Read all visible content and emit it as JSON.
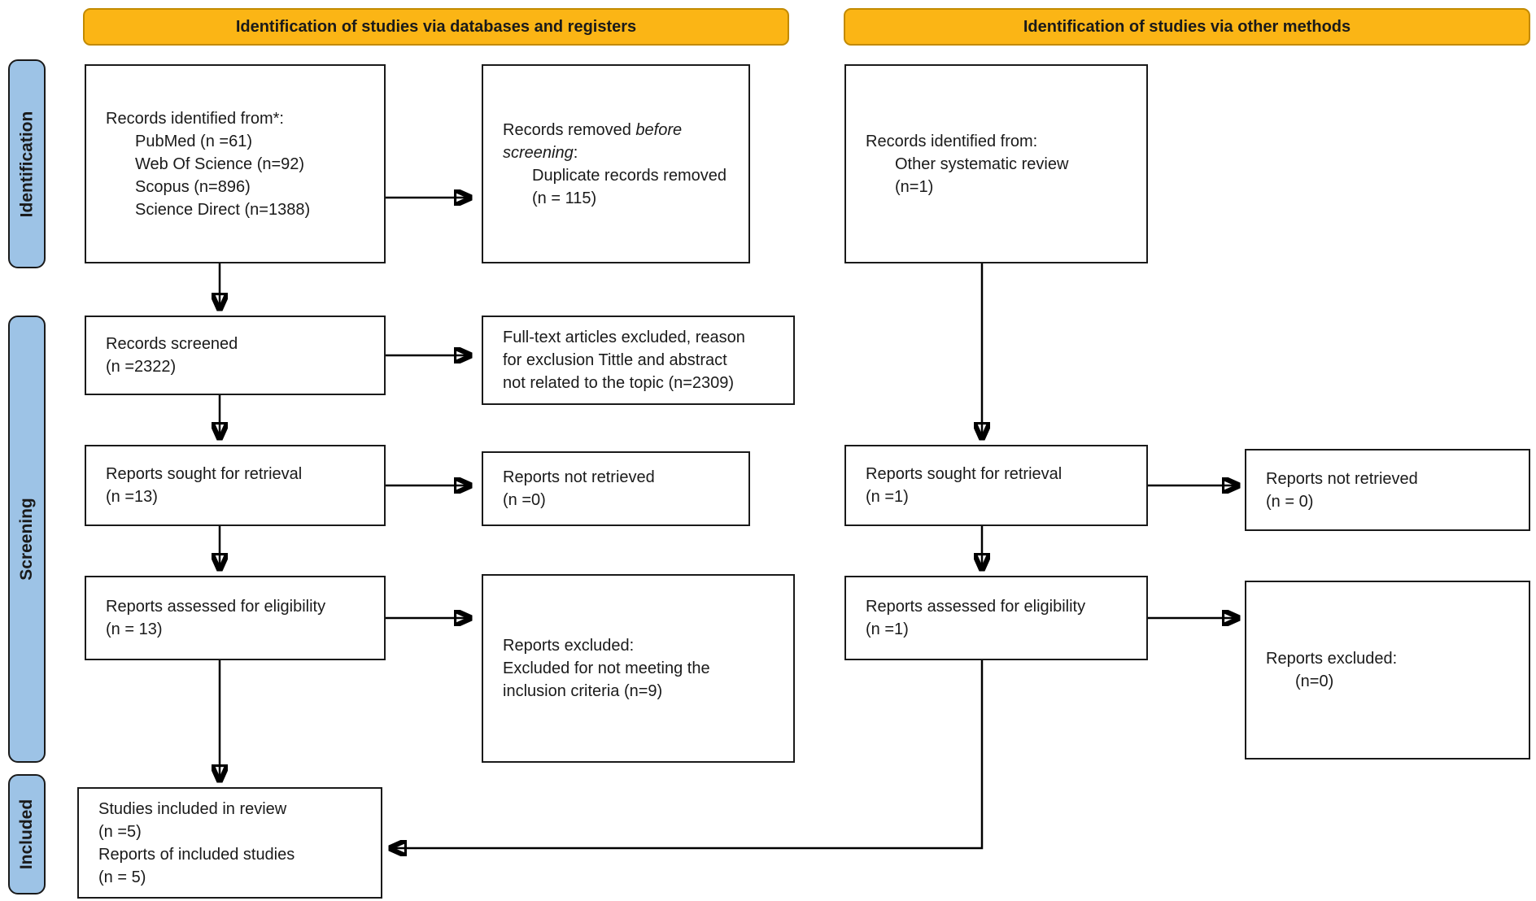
{
  "headers": {
    "databases": "Identification of studies via databases and registers",
    "other": "Identification of studies via other methods"
  },
  "stages": {
    "identification": "Identification",
    "screening": "Screening",
    "included": "Included"
  },
  "colors": {
    "header_fill": "#FBB515",
    "header_border": "#C28A00",
    "stage_fill": "#9DC3E6",
    "box_border": "#1A1A1A",
    "arrow": "#000000"
  },
  "boxes": {
    "records_identified_db": {
      "lines": [
        {
          "runs": [
            {
              "t": "Records identified from*:"
            }
          ]
        },
        {
          "indent": 1,
          "runs": [
            {
              "t": "PubMed (n =61)"
            }
          ]
        },
        {
          "indent": 1,
          "runs": [
            {
              "t": "Web Of Science (n=92)"
            }
          ]
        },
        {
          "indent": 1,
          "runs": [
            {
              "t": "Scopus (n=896)"
            }
          ]
        },
        {
          "indent": 1,
          "runs": [
            {
              "t": "Science Direct (n=1388)"
            }
          ]
        }
      ]
    },
    "records_removed": {
      "lines": [
        {
          "runs": [
            {
              "t": "Records removed "
            },
            {
              "t": "before",
              "i": true
            }
          ]
        },
        {
          "runs": [
            {
              "t": "screening",
              "i": true
            },
            {
              "t": ":"
            }
          ]
        },
        {
          "indent": 1,
          "runs": [
            {
              "t": "Duplicate records removed"
            }
          ]
        },
        {
          "indent": 1,
          "runs": [
            {
              "t": "(n = 115)"
            }
          ]
        }
      ]
    },
    "records_identified_other": {
      "lines": [
        {
          "runs": [
            {
              "t": "Records identified from:"
            }
          ]
        },
        {
          "indent": 1,
          "runs": [
            {
              "t": "Other systematic review"
            }
          ]
        },
        {
          "indent": 1,
          "runs": [
            {
              "t": "(n=1)"
            }
          ]
        }
      ]
    },
    "records_screened": {
      "lines": [
        {
          "runs": [
            {
              "t": "Records screened"
            }
          ]
        },
        {
          "runs": [
            {
              "t": "(n =2322)"
            }
          ]
        }
      ]
    },
    "fulltext_excluded": {
      "lines": [
        {
          "runs": [
            {
              "t": "Full-text articles excluded, reason"
            }
          ]
        },
        {
          "runs": [
            {
              "t": "for exclusion Tittle and abstract"
            }
          ]
        },
        {
          "runs": [
            {
              "t": "not related to the topic (n=2309)"
            }
          ]
        }
      ]
    },
    "reports_sought_db": {
      "lines": [
        {
          "runs": [
            {
              "t": "Reports sought for retrieval"
            }
          ]
        },
        {
          "runs": [
            {
              "t": "(n =13)"
            }
          ]
        }
      ]
    },
    "reports_not_retrieved_db": {
      "lines": [
        {
          "runs": [
            {
              "t": "Reports not retrieved"
            }
          ]
        },
        {
          "runs": [
            {
              "t": "(n =0)"
            }
          ]
        }
      ]
    },
    "reports_sought_other": {
      "lines": [
        {
          "runs": [
            {
              "t": "Reports sought for retrieval"
            }
          ]
        },
        {
          "runs": [
            {
              "t": "(n =1)"
            }
          ]
        }
      ]
    },
    "reports_not_retrieved_other": {
      "lines": [
        {
          "runs": [
            {
              "t": "Reports not retrieved"
            }
          ]
        },
        {
          "runs": [
            {
              "t": "(n = 0)"
            }
          ]
        }
      ]
    },
    "reports_assessed_db": {
      "lines": [
        {
          "runs": [
            {
              "t": "Reports assessed for eligibility"
            }
          ]
        },
        {
          "runs": [
            {
              "t": "(n = 13)"
            }
          ]
        }
      ]
    },
    "reports_excluded_db": {
      "lines": [
        {
          "runs": [
            {
              "t": "Reports excluded:"
            }
          ]
        },
        {
          "runs": [
            {
              "t": "Excluded for not meeting the"
            }
          ]
        },
        {
          "runs": [
            {
              "t": "inclusion criteria (n=9)"
            }
          ]
        }
      ]
    },
    "reports_assessed_other": {
      "lines": [
        {
          "runs": [
            {
              "t": "Reports assessed for eligibility"
            }
          ]
        },
        {
          "runs": [
            {
              "t": "(n =1)"
            }
          ]
        }
      ]
    },
    "reports_excluded_other": {
      "lines": [
        {
          "runs": [
            {
              "t": "Reports excluded:"
            }
          ]
        },
        {
          "indent": 1,
          "runs": [
            {
              "t": "(n=0)"
            }
          ]
        }
      ]
    },
    "studies_included": {
      "lines": [
        {
          "runs": [
            {
              "t": "Studies included in review"
            }
          ]
        },
        {
          "runs": [
            {
              "t": "(n =5)"
            }
          ]
        },
        {
          "runs": [
            {
              "t": "Reports of included studies"
            }
          ]
        },
        {
          "runs": [
            {
              "t": "(n = 5)"
            }
          ]
        }
      ]
    }
  }
}
